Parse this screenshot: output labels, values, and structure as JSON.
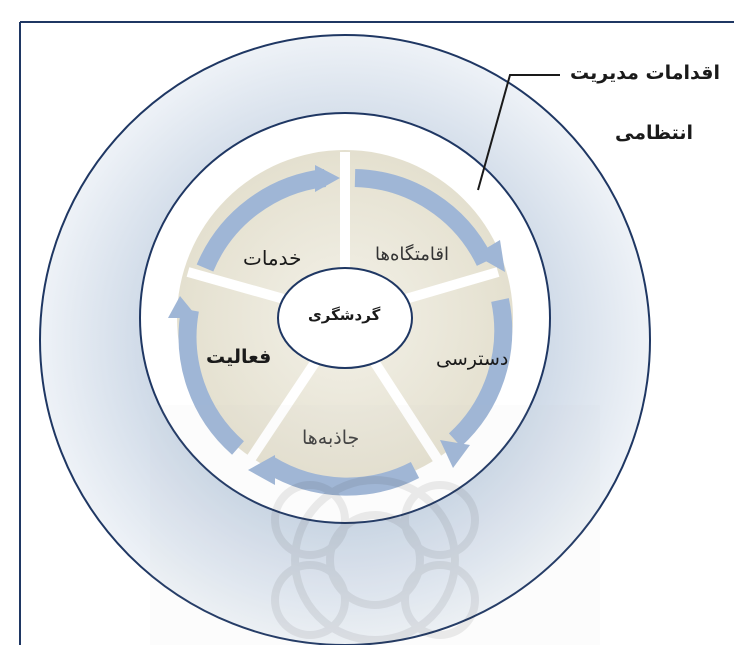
{
  "outer_label": {
    "line1": "اقدامات مدیریت",
    "line2": "انتظامی"
  },
  "center": {
    "label": "گردشگری"
  },
  "segments": [
    {
      "label": "اقامتگاه‌ها"
    },
    {
      "label": "دسترسی"
    },
    {
      "label": "جاذبه‌ها"
    },
    {
      "label": "فعالیت"
    },
    {
      "label": "خدمات"
    }
  ],
  "colors": {
    "outer_ring": "#dde5ef",
    "outer_ring_dark": "#c3cfe0",
    "ring_stroke": "#1f3763",
    "inner_fill": "#e8e5d8",
    "arrow": "#9fb6d6",
    "divider": "#ffffff",
    "frame": "#1f3763"
  },
  "icons": {
    "watermark": "university-logo-watermark"
  }
}
